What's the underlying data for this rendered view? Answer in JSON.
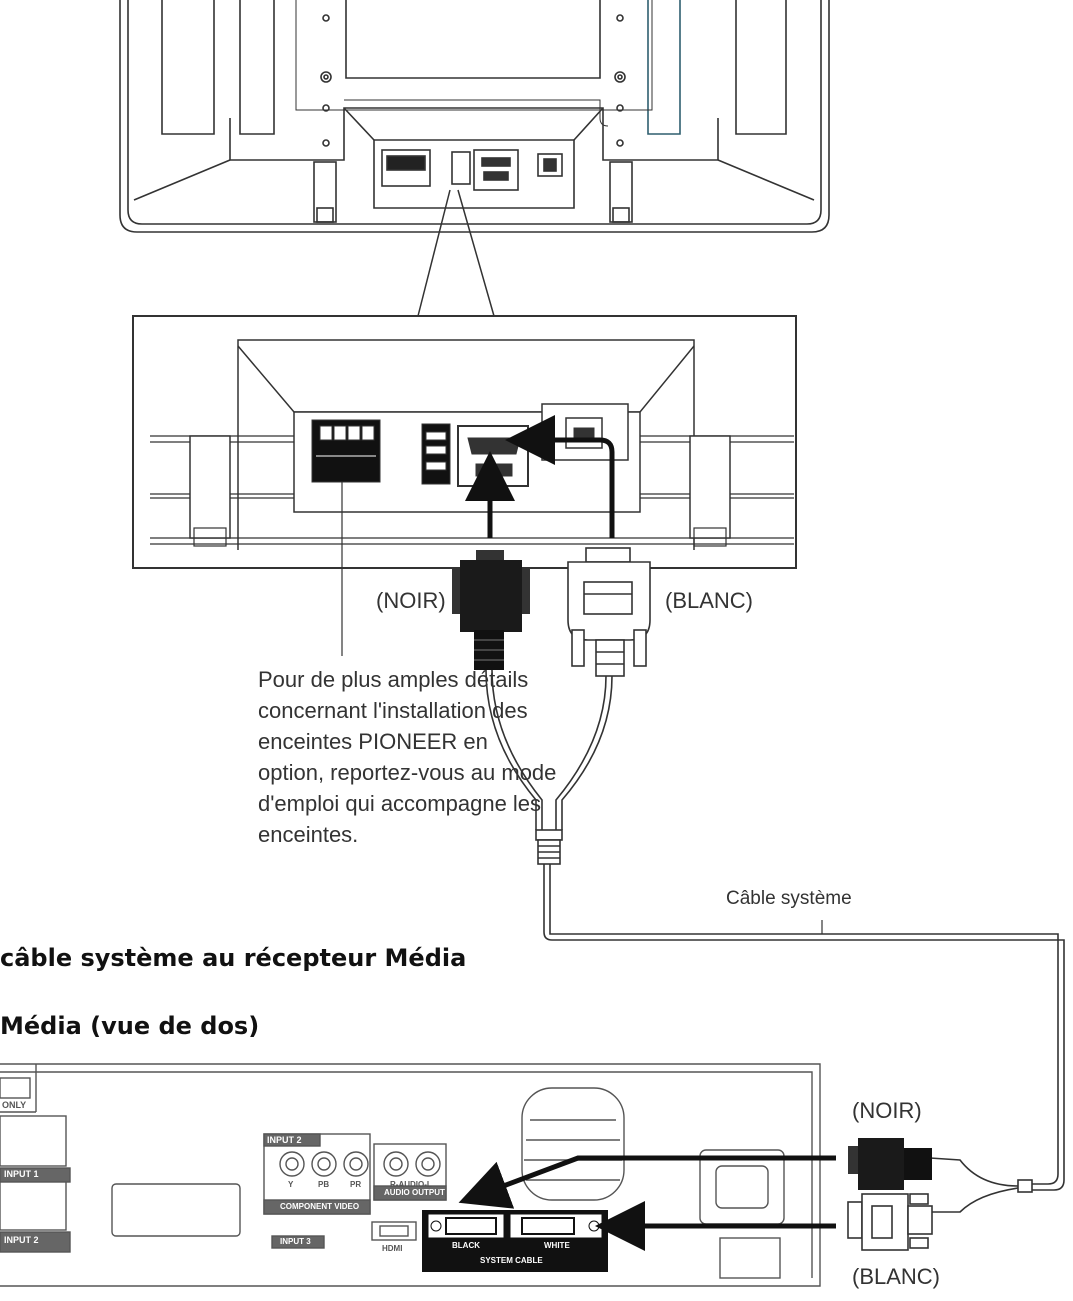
{
  "labels": {
    "noir_top": "(NOIR)",
    "blanc_top": "(BLANC)",
    "system_cable": "Câble système",
    "noir_bottom": "(NOIR)",
    "blanc_bottom": "(BLANC)"
  },
  "note": "Pour de plus amples détails concernant l'installation des enceintes PIONEER en option, reportez-vous au mode d'emploi qui accompagne les enceintes.",
  "headings": {
    "step": "câble système au récepteur Média",
    "receiver": "Média (vue de dos)"
  },
  "panel_labels": {
    "system": "SYSTEM CABLE",
    "white": "WHITE",
    "black": "BLACK"
  },
  "receiver_labels": {
    "only": "ONLY",
    "input1": "INPUT 1",
    "input2_scart": "INPUT 2",
    "input2": "INPUT 2",
    "y": "Y",
    "pb": "PB",
    "pr": "PR",
    "component_video": "COMPONENT VIDEO",
    "audio_lr": "R-AUDIO-L",
    "audio_output": "AUDIO OUTPUT",
    "input3": "INPUT 3",
    "hdmi": "HDMI",
    "black": "BLACK",
    "white": "WHITE",
    "system_cable": "SYSTEM CABLE"
  }
}
